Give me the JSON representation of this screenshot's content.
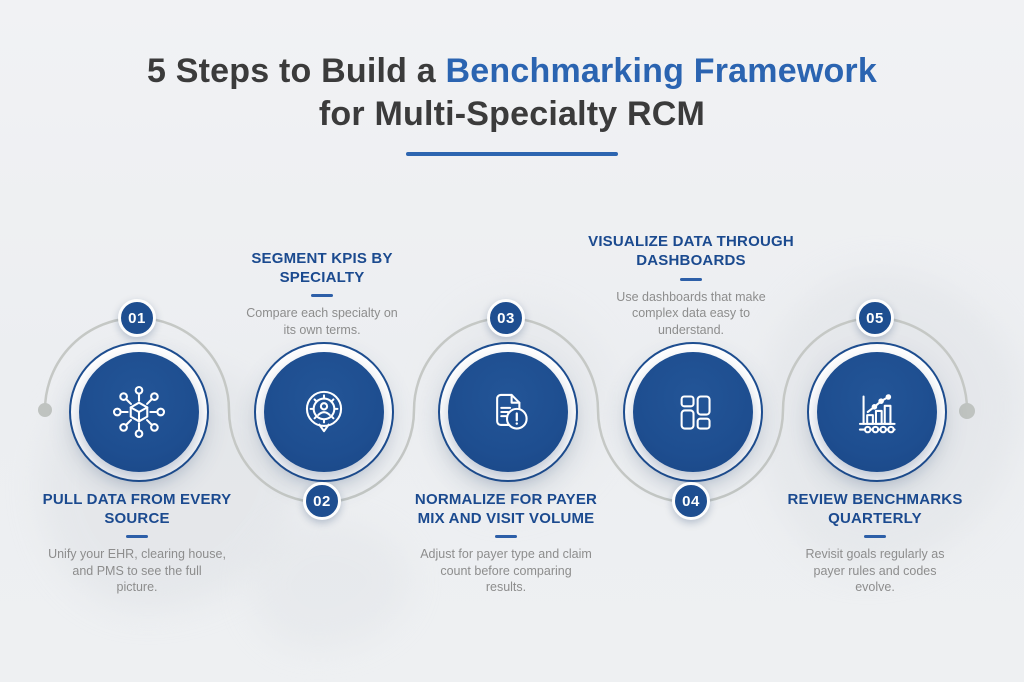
{
  "title": {
    "prefix": "5 Steps to Build a",
    "highlight": "Benchmarking Framework",
    "line2": "for Multi-Specialty RCM"
  },
  "colors": {
    "accent_blue": "#1E4E90",
    "title_blue": "#2B64B1",
    "title_dark": "#3B3B3B",
    "heading_blue": "#1B4A8F",
    "description_gray": "#8D8D8D",
    "connector_gray": "#C5C8C5",
    "background": "#EEF0F2"
  },
  "steps": [
    {
      "number": "01",
      "title": "PULL DATA FROM EVERY\nSOURCE",
      "description": "Unify your EHR, clearing house,\nand PMS to see the full\npicture.",
      "icon": "data-distribution-icon",
      "badge_position": "top"
    },
    {
      "number": "02",
      "title": "SEGMENT KPIS BY\nSPECIALTY",
      "description": "Compare each specialty on\nits own terms.",
      "icon": "gear-person-icon",
      "badge_position": "bottom"
    },
    {
      "number": "03",
      "title": "NORMALIZE FOR PAYER\nMIX AND VISIT VOLUME",
      "description": "Adjust for payer type and claim\ncount before comparing\nresults.",
      "icon": "document-alert-icon",
      "badge_position": "top"
    },
    {
      "number": "04",
      "title": "VISUALIZE DATA THROUGH\nDASHBOARDS",
      "description": "Use dashboards that make\ncomplex data easy to\nunderstand.",
      "icon": "dashboard-icon",
      "badge_position": "bottom"
    },
    {
      "number": "05",
      "title": "REVIEW BENCHMARKS\nQUARTERLY",
      "description": "Revisit goals regularly as\npayer rules and codes\nevolve.",
      "icon": "bar-chart-trend-icon",
      "badge_position": "top"
    }
  ]
}
